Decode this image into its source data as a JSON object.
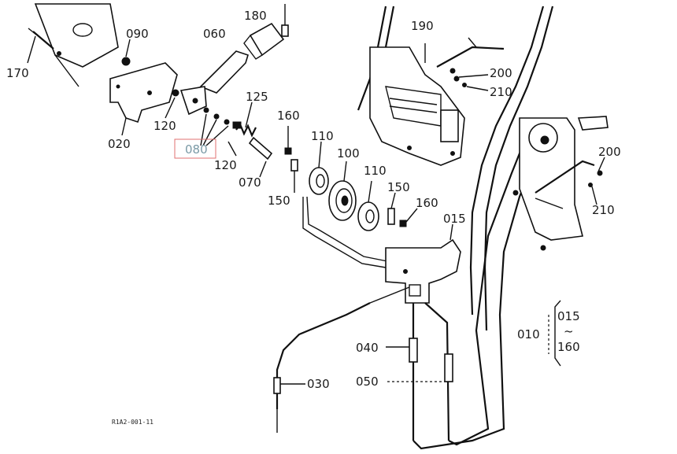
{
  "diagram": {
    "selected_callout": "080",
    "highlight_color": "#e07070",
    "callouts": {
      "c170": "170",
      "c090": "090",
      "c020": "020",
      "c120a": "120",
      "c180": "180",
      "c060": "060",
      "c125": "125",
      "c080": "080",
      "c120b": "120",
      "c070": "070",
      "c160a": "160",
      "c150a": "150",
      "c110a": "110",
      "c100": "100",
      "c110b": "110",
      "c150b": "150",
      "c160b": "160",
      "c015": "015",
      "c190": "190",
      "c200a": "200",
      "c210a": "210",
      "c200b": "200",
      "c210b": "210",
      "c040": "040",
      "c050": "050",
      "c030": "030",
      "c010": "010",
      "range_start": "015",
      "range_tilde": "~",
      "range_end": "160"
    },
    "drawing_code": "R1A2-001-11"
  }
}
